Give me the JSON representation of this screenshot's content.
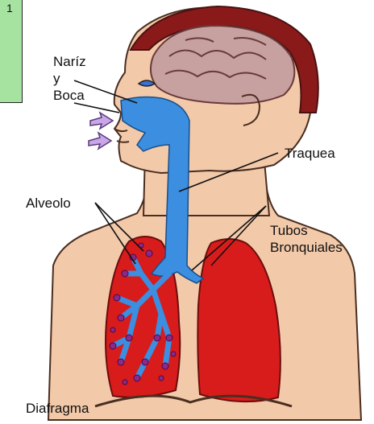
{
  "labels": {
    "nose_mouth": "Naríz\ny\nBoca",
    "trachea": "Traquea",
    "alveolus": "Alveolo",
    "bronchi": "Tubos\nBronquiales",
    "diaphragm": "Diafragma",
    "corner_text": "1"
  },
  "colors": {
    "skin": "#f2c9a9",
    "skin_outline": "#4a2e20",
    "hair": "#8a1a1a",
    "brain": "#c7a0a0",
    "airway": "#3b8ee0",
    "lung": "#d81b1b",
    "alveoli": "#8a2a8a",
    "arrows": "#c9a6e8",
    "green_box": "#a6e3a1"
  }
}
